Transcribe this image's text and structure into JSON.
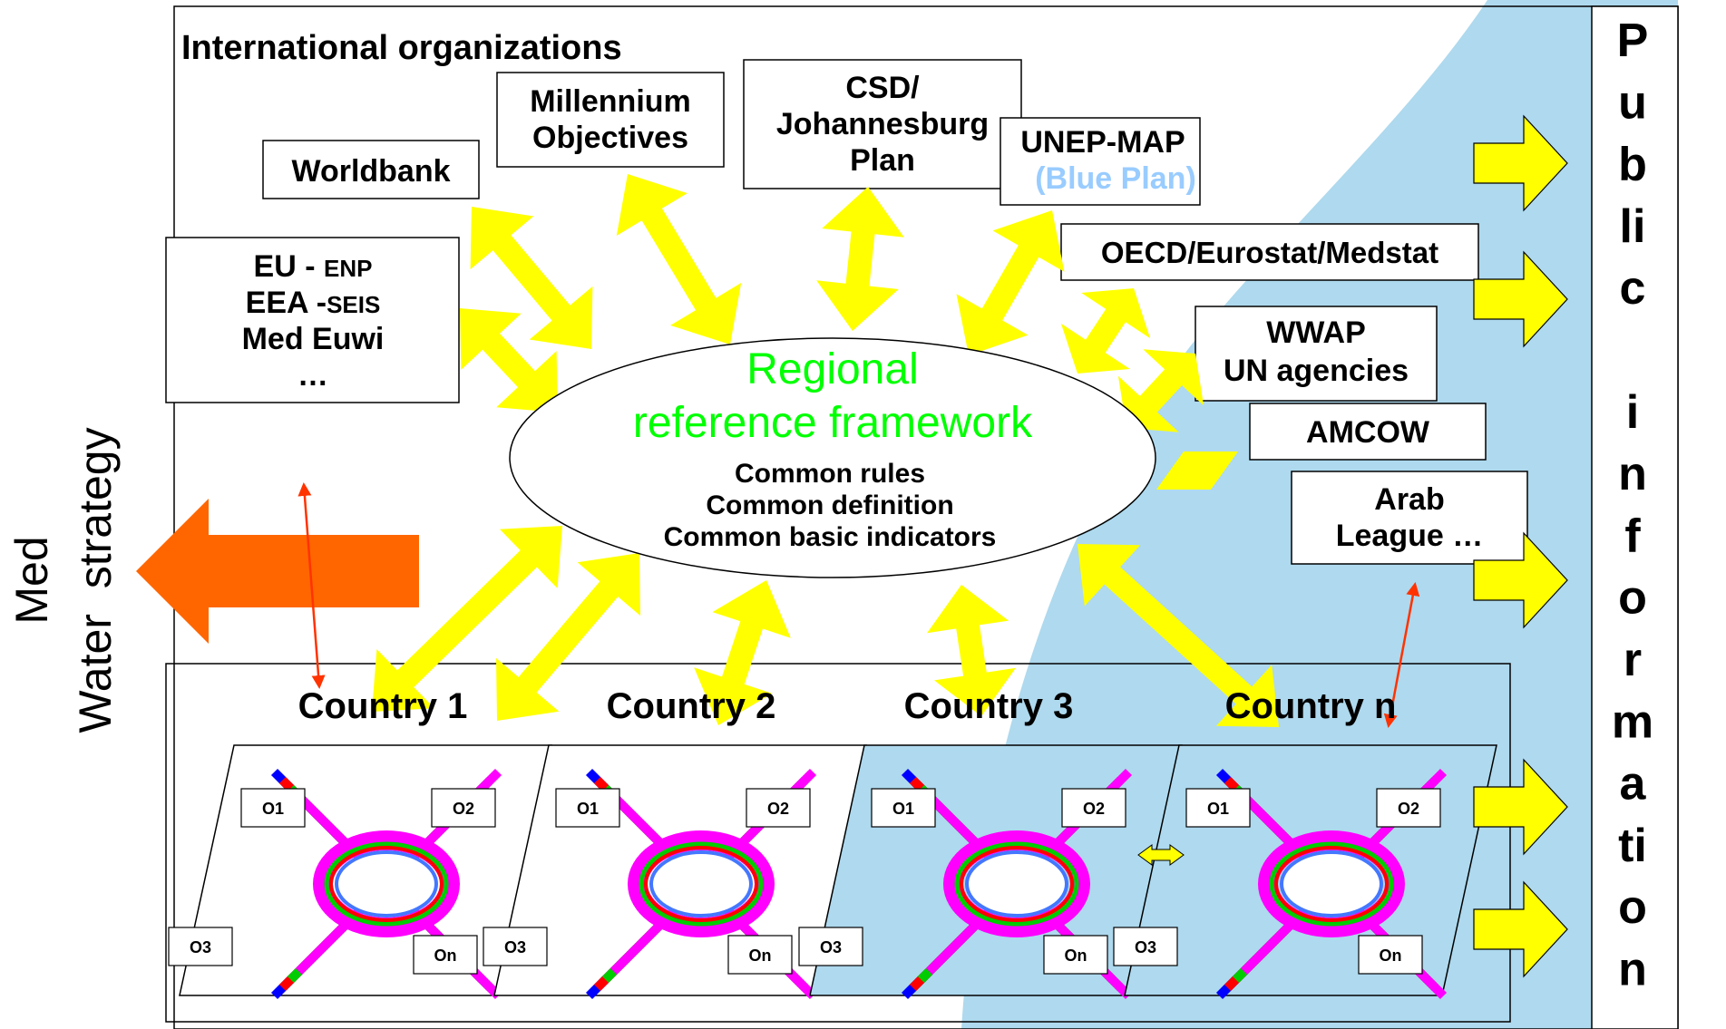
{
  "header_label": "International organizations",
  "side_label": {
    "line1": "Med",
    "line2": "Water  strategy"
  },
  "public_info_letters": [
    "P",
    "u",
    "b",
    "li",
    "c",
    "",
    "i",
    "n",
    "f",
    "o",
    "r",
    "m",
    "a",
    "ti",
    "o",
    "n"
  ],
  "organizations": {
    "worldbank": "Worldbank",
    "millennium": {
      "line1": "Millennium",
      "line2": "Objectives"
    },
    "csd": {
      "line1": "CSD/",
      "line2": "Johannesburg",
      "line3": "Plan"
    },
    "unep": {
      "line1": "UNEP-MAP",
      "line2": "(Blue Plan)"
    },
    "oecd": "OECD/Eurostat/Medstat",
    "eu": {
      "line1a": "EU - ",
      "line1b": "ENP",
      "line2a": "EEA -",
      "line2b": "SEIS",
      "line3": "Med Euwi",
      "line4": "…"
    },
    "wwap": {
      "line1": "WWAP",
      "line2": "UN agencies"
    },
    "amcow": "AMCOW",
    "arab": {
      "line1": "Arab",
      "line2": "League …"
    }
  },
  "framework": {
    "title1": "Regional",
    "title2": "reference framework",
    "rules": "Common rules",
    "definition": "Common definition",
    "indicators": "Common basic indicators"
  },
  "countries": [
    {
      "name": "Country 1",
      "o1": "O1",
      "o2": "O2",
      "o3": "O3",
      "on": "On"
    },
    {
      "name": "Country 2",
      "o1": "O1",
      "o2": "O2",
      "o3": "O3",
      "on": "On"
    },
    {
      "name": "Country 3",
      "o1": "O1",
      "o2": "O2",
      "o3": "O3",
      "on": "On"
    },
    {
      "name": "Country n",
      "o1": "O1",
      "o2": "O2",
      "o3": "O3",
      "on": "On"
    }
  ],
  "colors": {
    "arrow_yellow": "#ffff00",
    "strategy_arrow": "#ff6600",
    "light_blue": "#aed9ee",
    "framework_green": "#00ff00",
    "blue_plan_text": "#99ccff",
    "red_link": "#ff3300",
    "ring_magenta": "#ff00ff",
    "ring_green": "#00cc00",
    "ring_red": "#ff0000",
    "ring_blue": "#0000ff"
  }
}
